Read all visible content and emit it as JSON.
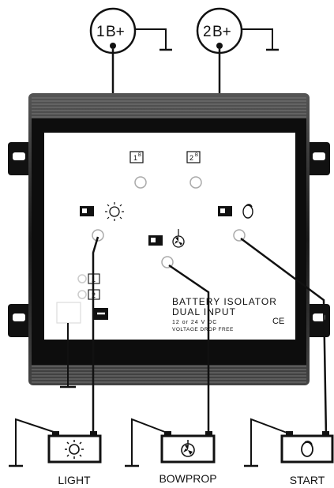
{
  "inputs": [
    {
      "number": "1",
      "label": "B+"
    },
    {
      "number": "2",
      "label": "B+"
    }
  ],
  "panel": {
    "title": "BATTERY ISOLATOR",
    "subtitle": "DUAL INPUT",
    "voltage": "12 or 24 V DC",
    "note": "VOLTAGE DROP FREE",
    "mark": "CE"
  },
  "terminal_badges": {
    "in1_sub": "1",
    "in1_sup": "B",
    "in2_sub": "2",
    "in2_sup": "B",
    "sense1": "1",
    "sense2": "2"
  },
  "batteries": [
    {
      "label": "LIGHT",
      "icon": "light-bulb-icon"
    },
    {
      "label": "BOWPROP",
      "icon": "propeller-icon"
    },
    {
      "label": "START",
      "icon": "starter-icon"
    }
  ],
  "colors": {
    "housing": "#0d0d0d",
    "fins": "#2a2a2a",
    "panel": "#ffffff",
    "wire": "#111111"
  }
}
